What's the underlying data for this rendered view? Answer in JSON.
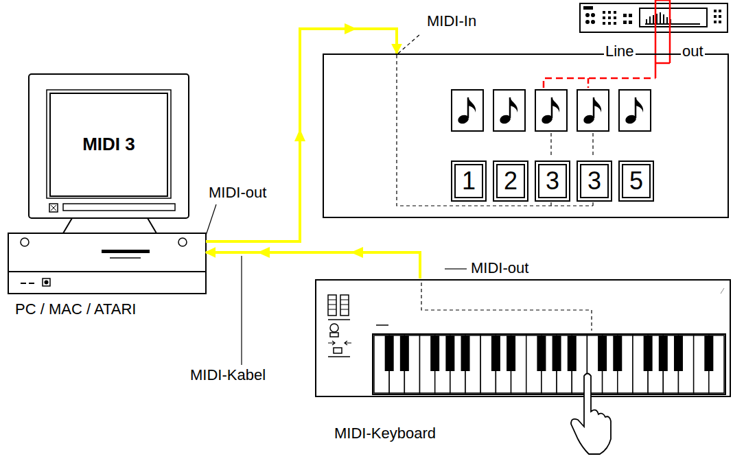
{
  "diagram": {
    "nodes": [
      {
        "text": [
          "PC / MAC / ATARI"
        ]
      },
      {
        "text": [
          "MIDI 3"
        ],
        "in": 0
      },
      {
        "text": [
          "MIDI-In"
        ]
      },
      {
        "text": [
          "1"
        ],
        "in": 2
      },
      {
        "text": [
          "2"
        ],
        "in": 2
      },
      {
        "text": [
          "3"
        ],
        "in": 2
      },
      {
        "text": [
          "3"
        ],
        "in": 2
      },
      {
        "text": [
          "5"
        ],
        "in": 2
      },
      {
        "text": [
          "MIDI-Keyboard"
        ]
      }
    ],
    "edges": [
      {
        "from": 0,
        "to": 2,
        "arrow": "to"
      },
      {
        "from": 8,
        "to": 0,
        "arrow": "to"
      }
    ],
    "labels": [
      "MIDI-out",
      "MIDI-out",
      "MIDI-Kabel",
      "Line",
      "out"
    ]
  }
}
